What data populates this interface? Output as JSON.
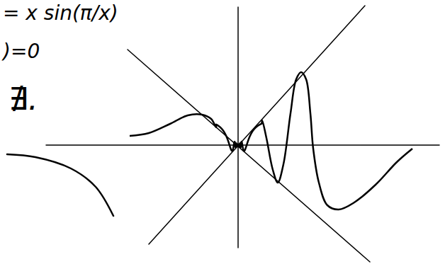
{
  "diagram": {
    "labels": [
      "= x sin(π/x)",
      ")=0",
      "∄."
    ]
  }
}
